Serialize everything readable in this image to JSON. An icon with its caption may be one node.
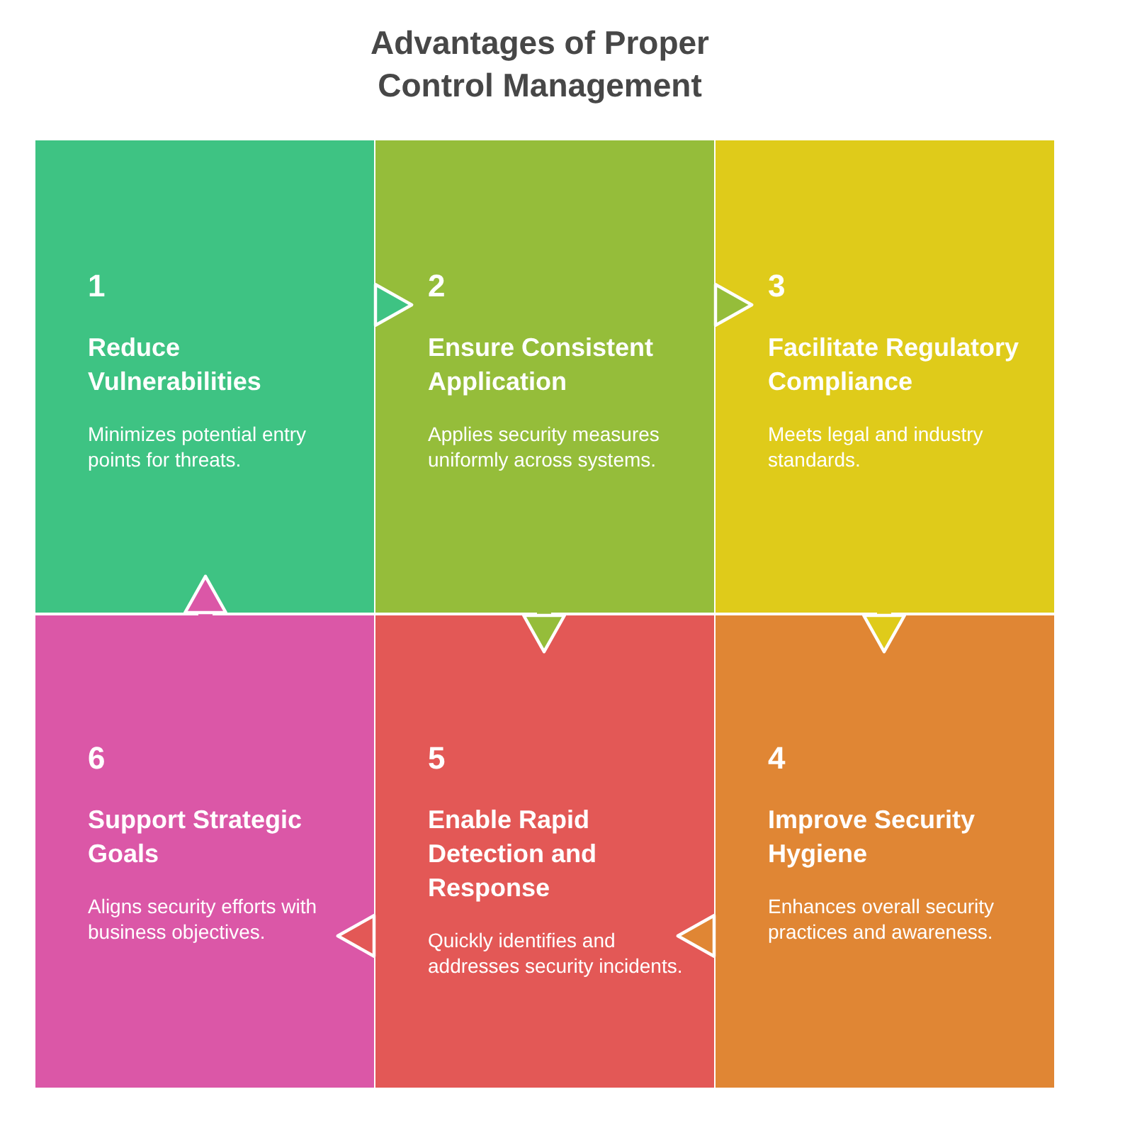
{
  "diagram": {
    "title": "Advantages of Proper Control Management",
    "nodes": [
      {
        "text": [
          "1",
          "Reduce Vulnerabilities",
          "Minimizes potential entry points for threats."
        ]
      },
      {
        "text": [
          "2",
          "Ensure Consistent Application",
          "Applies security measures uniformly across systems."
        ]
      },
      {
        "text": [
          "3",
          "Facilitate Regulatory Compliance",
          "Meets legal and industry standards."
        ]
      },
      {
        "text": [
          "6",
          "Support Strategic Goals",
          "Aligns security efforts with business objectives."
        ]
      },
      {
        "text": [
          "5",
          "Enable Rapid Detection and Response",
          "Quickly identifies and addresses security incidents."
        ]
      },
      {
        "text": [
          "4",
          "Improve Security Hygiene",
          "Enhances overall security practices and awareness."
        ]
      }
    ],
    "edges": [
      {
        "from": 0,
        "to": 1,
        "arrow": "to",
        "color": "#3ec383"
      },
      {
        "from": 1,
        "to": 2,
        "arrow": "to",
        "color": "#95bd3a"
      },
      {
        "from": 2,
        "to": 5,
        "arrow": "to",
        "color": "#dfcb1a"
      },
      {
        "from": 5,
        "to": 4,
        "arrow": "to",
        "color": "#e08634"
      },
      {
        "from": 4,
        "to": 3,
        "arrow": "to",
        "color": "#e35856"
      },
      {
        "from": 3,
        "to": 0,
        "arrow": "to",
        "color": "#db57a7"
      },
      {
        "from": 1,
        "to": 4,
        "arrow": "to",
        "color": "#95bd3a"
      }
    ]
  }
}
